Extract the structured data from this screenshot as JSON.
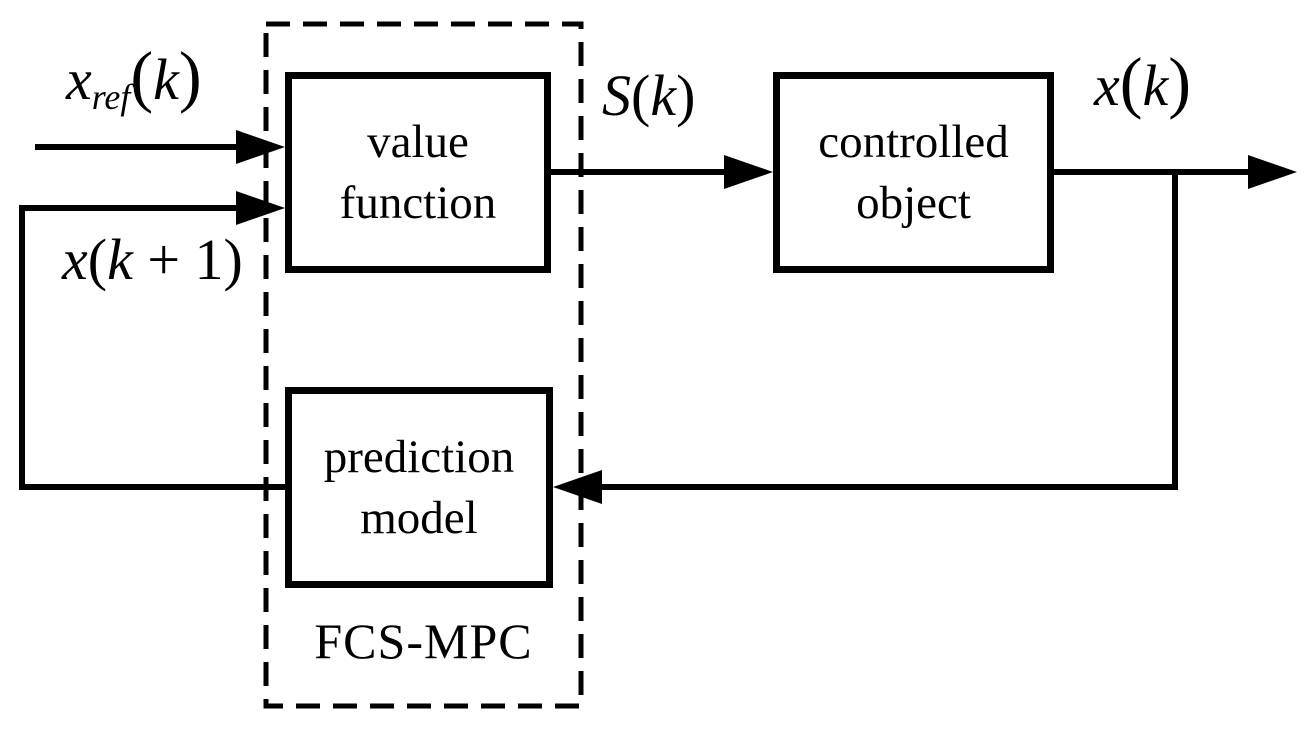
{
  "diagram": {
    "group_label": "FCS-MPC",
    "blocks": {
      "value_function": "value function",
      "controlled_object": "controlled object",
      "prediction_model": "prediction model"
    },
    "signals": {
      "x_ref": {
        "base": "x",
        "sub": "ref",
        "open": "(",
        "arg": "k",
        "close": ")"
      },
      "x_next": {
        "base": "x",
        "open": "(",
        "arg": "k",
        "tail": " + 1",
        "close": ")"
      },
      "s_k": {
        "base": "S",
        "open": "(",
        "arg": "k",
        "close": ")"
      },
      "x_k": {
        "base": "x",
        "open": "(",
        "arg": "k",
        "close": ")"
      }
    },
    "colors": {
      "line": "#000000",
      "background": "#ffffff"
    }
  }
}
